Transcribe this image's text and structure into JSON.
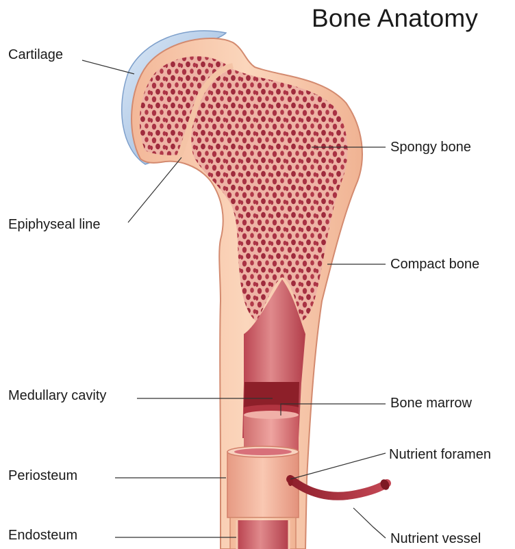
{
  "title": "Bone Anatomy",
  "labels": {
    "cartilage": "Cartilage",
    "epiphyseal_line": "Epiphyseal line",
    "medullary_cavity": "Medullary cavity",
    "periosteum": "Periosteum",
    "endosteum": "Endosteum",
    "spongy_bone": "Spongy bone",
    "compact_bone": "Compact bone",
    "bone_marrow": "Bone marrow",
    "nutrient_foramen": "Nutrient foramen",
    "nutrient_vessel": "Nutrient vessel"
  },
  "colors": {
    "compact_bone": "#f7c9a8",
    "compact_bone_edge": "#d98a72",
    "spongy_matrix": "#eeb1a3",
    "spongy_pores": "#a83244",
    "cartilage": "#b4cde8",
    "cavity": "#c9525e",
    "marrow_dark": "#8e1c27",
    "vessel": "#a8323e",
    "leader_line": "#333333"
  }
}
